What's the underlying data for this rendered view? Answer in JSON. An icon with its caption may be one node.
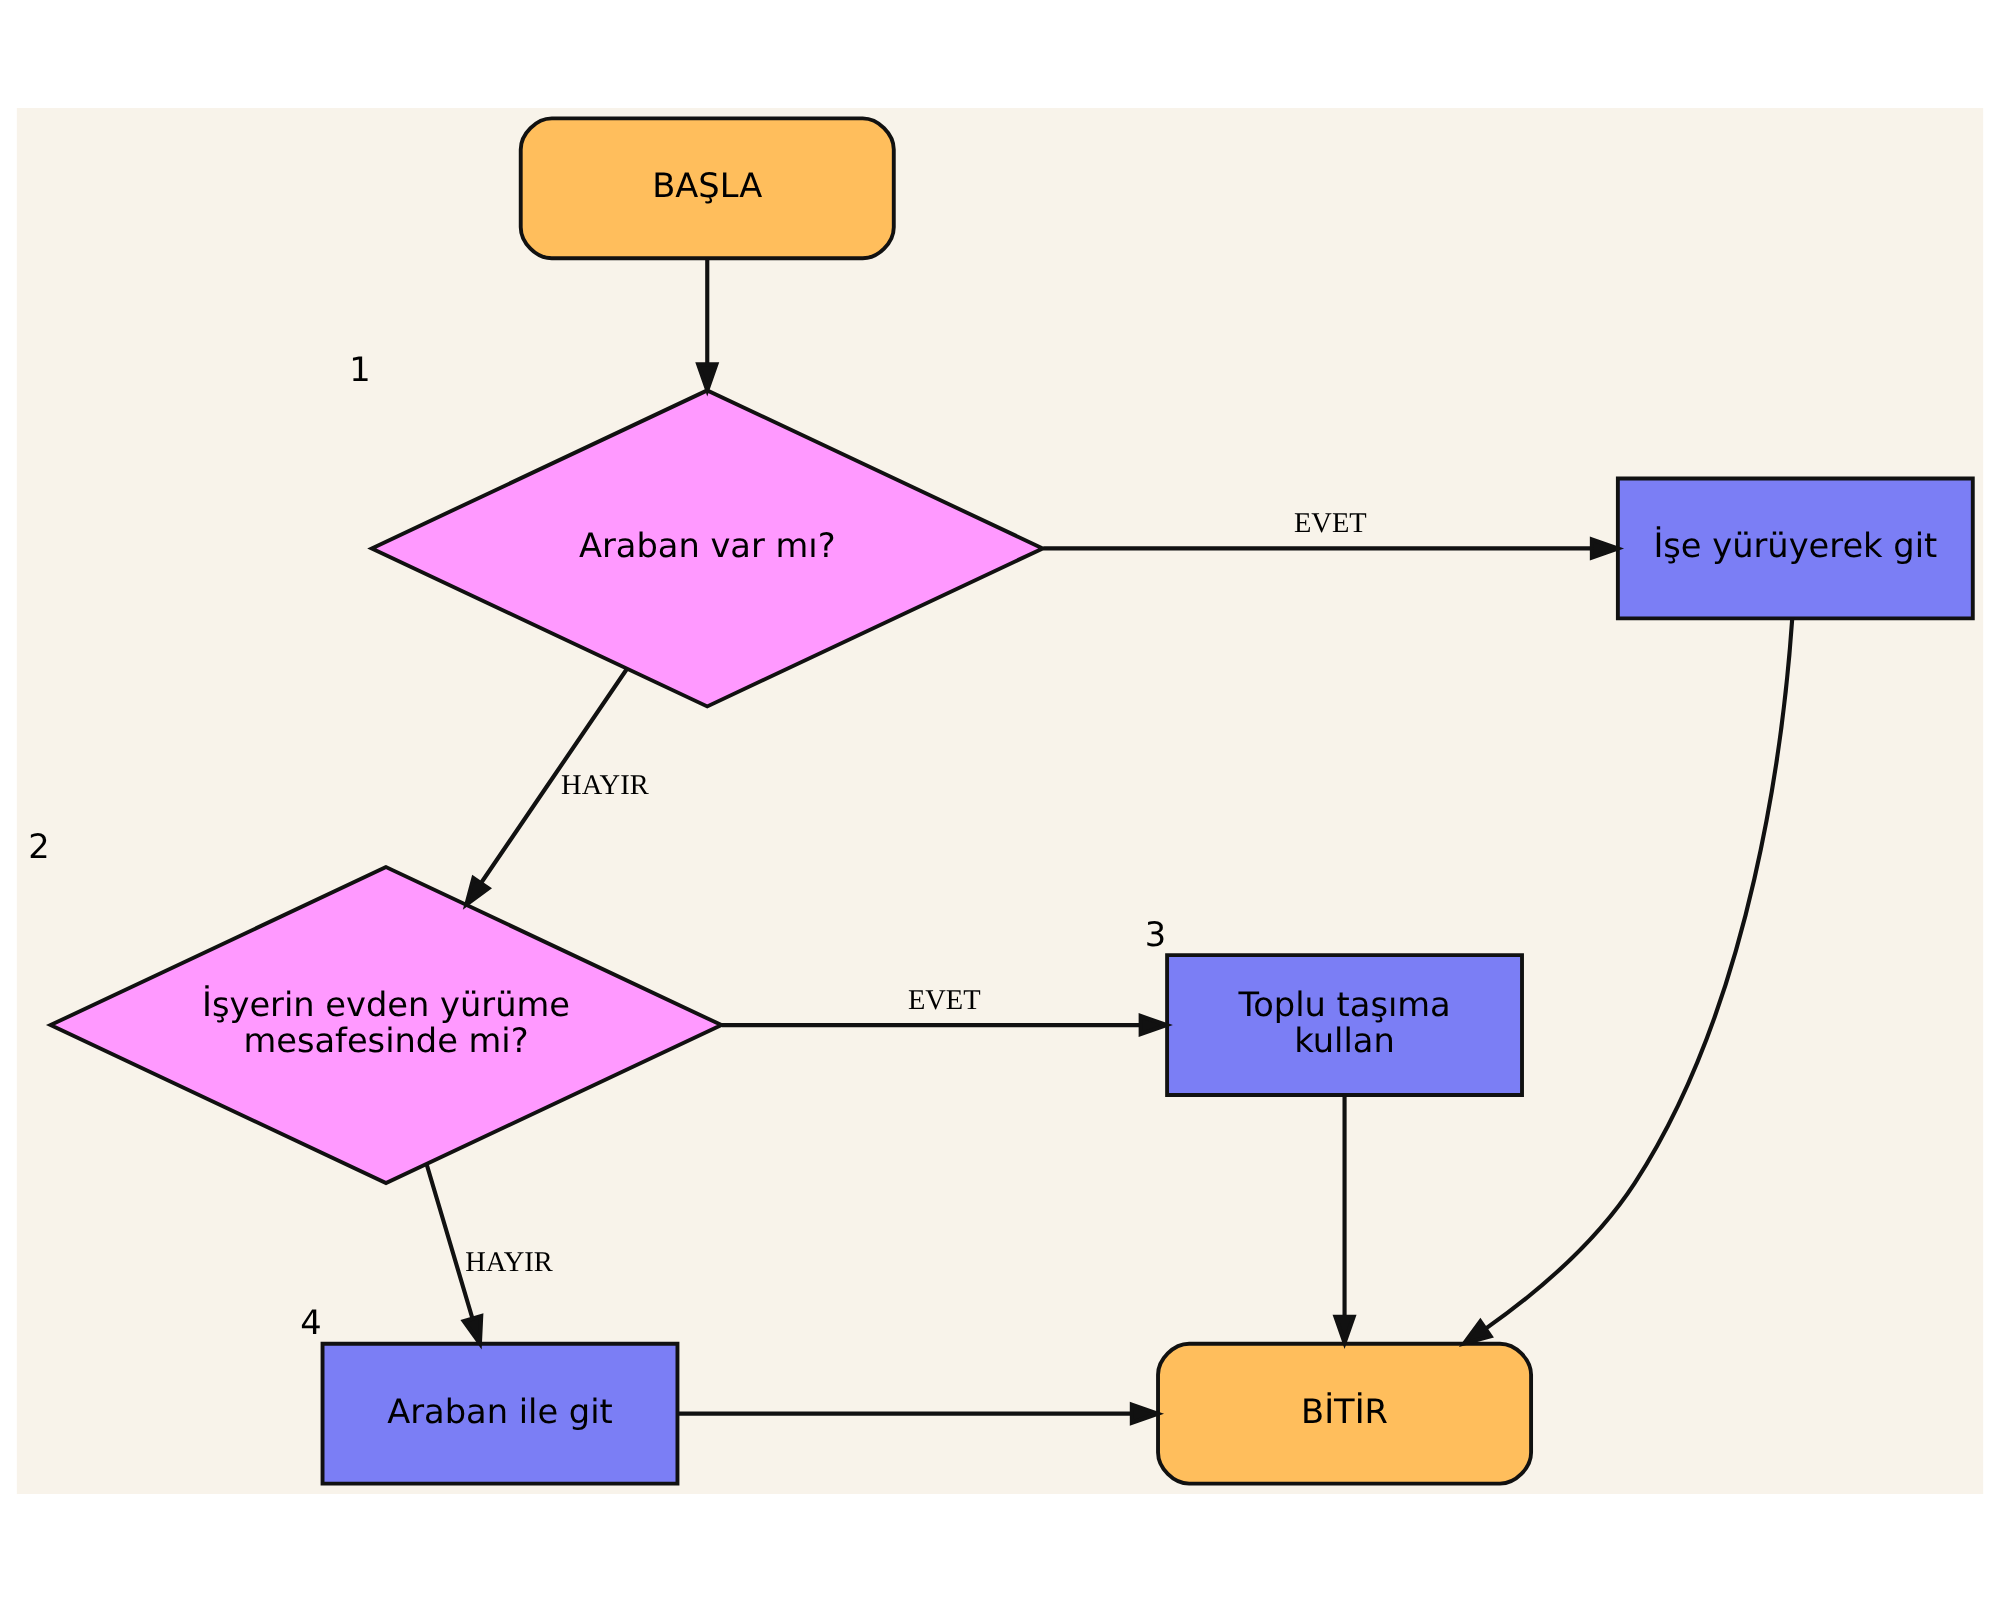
{
  "diagram": {
    "nodes": [
      {
        "text": [
          "BAŞLA"
        ]
      },
      {
        "text": [
          "Araban var mı?"
        ],
        "beside": [
          "1"
        ]
      },
      {
        "text": [
          "İşe yürüyerek git"
        ]
      },
      {
        "text": [
          "İşyerin evden yürüme mesafesinde mi?"
        ],
        "beside": [
          "2"
        ]
      },
      {
        "text": [
          "Toplu taşıma kullan"
        ],
        "beside": [
          "3"
        ]
      },
      {
        "text": [
          "Araban ile git"
        ],
        "beside": [
          "4"
        ]
      },
      {
        "text": [
          "BİTİR"
        ]
      }
    ],
    "edges": [
      {
        "from": 0,
        "to": 1,
        "arrow": "to"
      },
      {
        "from": 1,
        "to": 2,
        "arrow": "to",
        "label": "EVET"
      },
      {
        "from": 1,
        "to": 3,
        "arrow": "to",
        "label": "HAYIR"
      },
      {
        "from": 3,
        "to": 4,
        "arrow": "to",
        "label": "EVET"
      },
      {
        "from": 3,
        "to": 5,
        "arrow": "to",
        "label": "HAYIR"
      },
      {
        "from": 2,
        "to": 6,
        "arrow": "to"
      },
      {
        "from": 4,
        "to": 6,
        "arrow": "to"
      },
      {
        "from": 5,
        "to": 6,
        "arrow": "to"
      }
    ]
  }
}
